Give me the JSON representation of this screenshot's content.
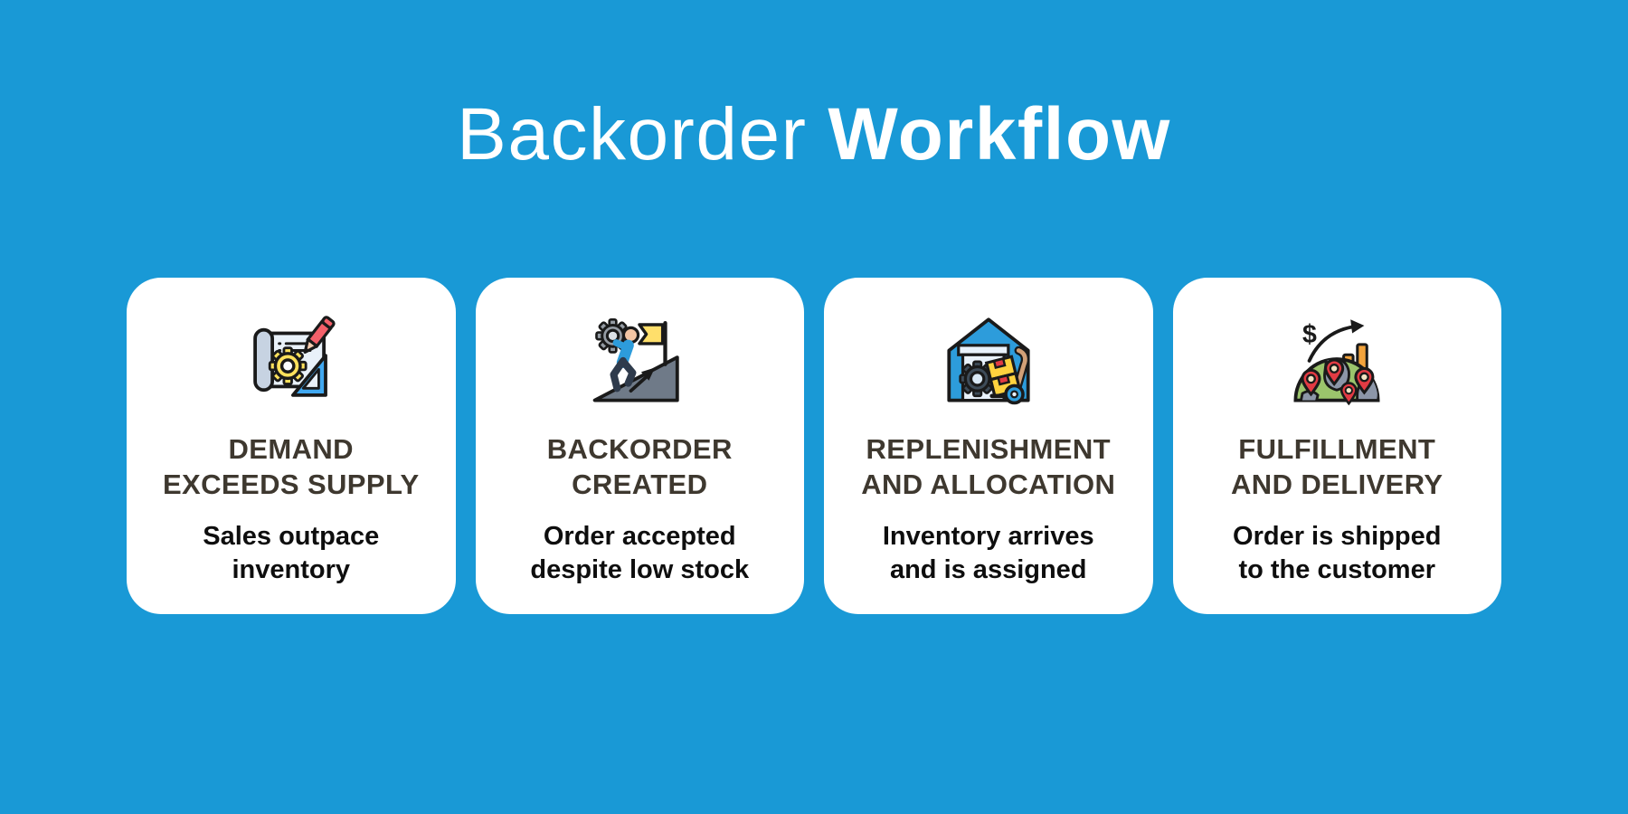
{
  "page": {
    "background_color": "#1999D6",
    "title_regular": "Backorder",
    "title_bold": "Workflow",
    "title_color": "#FFFFFF"
  },
  "colors": {
    "card_background": "#FFFFFF",
    "heading_text": "#3E382F",
    "body_text": "#0E0E0E",
    "outline": "#1A1A1A",
    "accent_blue": "#2D9CDB",
    "accent_red": "#E23B43",
    "pencil_red": "#F4606A",
    "accent_yellow": "#FFD94D",
    "gear_yellow": "#FFE15C",
    "accent_orange": "#F2A33C",
    "globe_green": "#9BC46C",
    "continent_gray": "#8C96A8",
    "slope_gray": "#6F7A88",
    "paper_light": "#E9F1F9",
    "handle_tan": "#D2A077"
  },
  "cards": [
    {
      "icon": "blueprint-planning-icon",
      "title_line1": "DEMAND",
      "title_line2": "EXCEEDS SUPPLY",
      "desc_line1": "Sales outpace",
      "desc_line2": "inventory"
    },
    {
      "icon": "climber-goal-flag-icon",
      "title_line1": "BACKORDER",
      "title_line2": "CREATED",
      "desc_line1": "Order accepted",
      "desc_line2": "despite low stock"
    },
    {
      "icon": "warehouse-handtruck-icon",
      "title_line1": "REPLENISHMENT",
      "title_line2": "AND ALLOCATION",
      "desc_line1": "Inventory arrives",
      "desc_line2": "and is assigned"
    },
    {
      "icon": "globe-pins-growth-icon",
      "title_line1": "FULFILLMENT",
      "title_line2": "AND DELIVERY",
      "desc_line1": "Order is shipped",
      "desc_line2": "to the customer"
    }
  ]
}
